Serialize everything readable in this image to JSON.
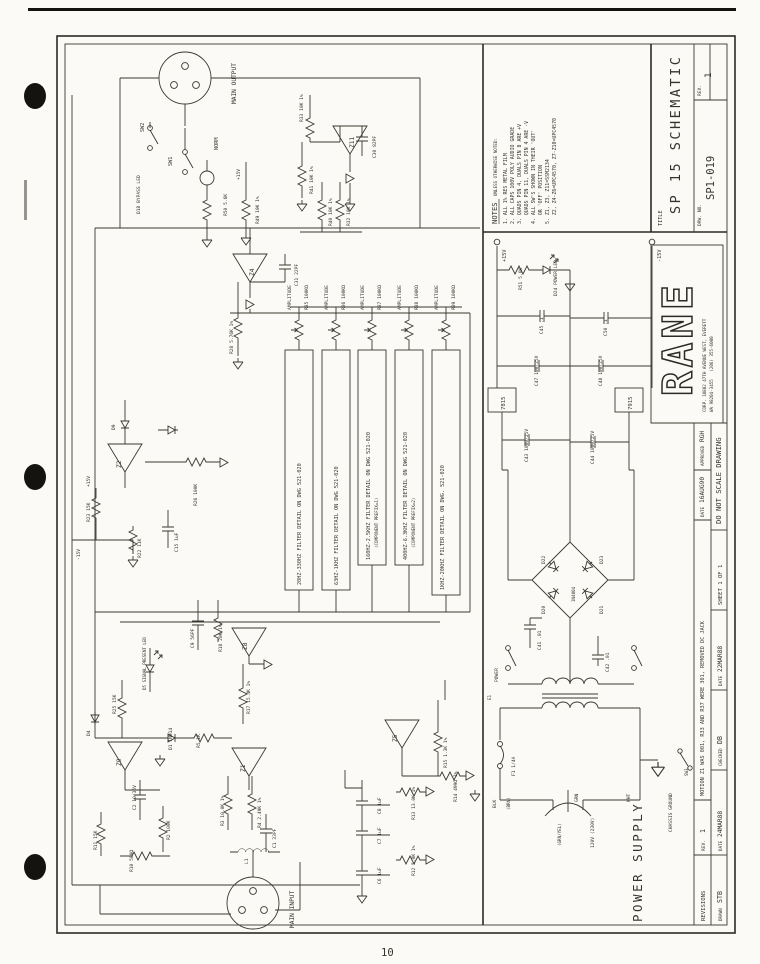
{
  "page": {
    "number": "10"
  },
  "title_block": {
    "title_label": "TITLE",
    "title": "SP 15 SCHEMATIC",
    "dwg_no_label": "DRW. NO.",
    "dwg_no": "SP1-019",
    "rev_label": "REV.",
    "rev": "1"
  },
  "notes": {
    "heading": "NOTES",
    "qualifier": "UNLESS OTHERWISE NOTED:",
    "lines": [
      "1. ALL 1% RES METAL FILM",
      "2. ALL CAPS 100V POLY AUDIO GRADE",
      "3. QUADS PIN 4, DUALS PIN 8 ARE +V",
      "   QUADS PIN 11, DUALS PIN 4 ARE -V",
      "4. ALL SW'S SHOWN IN THEIR 'OUT'",
      "   OR 'OFF' POSITION",
      "5. Z1, Z3, Z11=SSM2134",
      "   Z2, Z4-Z6=UPC4570, Z7-Z10=UPC4570"
    ]
  },
  "logo": {
    "brand": "RANE",
    "address_line1": "CORP. 10802 47TH AVENUE WEST, EVERETT",
    "address_line2": "WA 98204-3455   (206) 355-6000"
  },
  "revision_block": {
    "revisions_label": "REVISIONS",
    "rev_label": "REV.",
    "rev": "1",
    "description": "MOTION Z1 WAS 001, R33 AND R37 WERE 301, REMOVED DC JACK",
    "date_label": "DATE",
    "rev_date": "16AUG90",
    "approved_label": "APPROVED",
    "approved_by": "RGH",
    "drawn_label": "DRAWN",
    "drawn_by": "STB",
    "drawn_date": "24MAR88",
    "checked_label": "CHECKED",
    "checked_by": "DB",
    "checked_date": "22MAR88",
    "sheet": "SHEET 1 OF 1",
    "scale_note": "DO NOT SCALE DRAWING"
  },
  "filters": [
    {
      "label": "20HZ-330HZ FILTER DETAIL ON DWG 521-020",
      "prefix": ""
    },
    {
      "label": "63HZ-1KHZ FILTER DETAIL ON DWG 521-020",
      "prefix": ""
    },
    {
      "label": "160HZ-2.5KHZ FILTER DETAIL ON DWG 521-020",
      "prefix": "(COMPONENT PREFIX=1)"
    },
    {
      "label": "400HZ-6.3KHZ FILTER DETAIL ON DWG 521-020",
      "prefix": "(COMPONENT PREFIX=2)"
    },
    {
      "label": "1KHZ-20KHZ FILTER DETAIL ON DWG. 521-020",
      "prefix": ""
    }
  ],
  "labels": [
    "MAIN OUTPUT",
    "SW2",
    "NORM",
    "SW1",
    "D18 BYPASS LED",
    "R50 5.6K",
    "+15V",
    "R49 10K 1%",
    "R33 10K 1%",
    "R41 10K 1%",
    "Z11",
    "C30 82PF",
    "R40 10K 1%",
    "R32 10K 1%",
    "Z4",
    "C31 22PF",
    "R28 5.76K 1%",
    "AMPLITUDE",
    "R35 100KΩ",
    "R36 100KΩ",
    "R37 100KΩ",
    "R38 100KΩ",
    "R39 100KΩ",
    "Z2",
    "D9",
    "R23 15K",
    "+15V",
    "R22 11K",
    "-15V",
    "R26 100K",
    "C15 1uF",
    "D5 SIGNAL PRESENT LED",
    "R25 15K",
    "D4",
    "Z8",
    "C9 56PF",
    "R18 20K 1%",
    "R17 15.4K 1%",
    "D1 1N914",
    "R5 1K",
    "Z9",
    "Z1",
    "R3 10.0K 1%",
    "R4 2.49K 1%",
    "C1 33PF",
    "L1",
    "R2 100K",
    "C2 10/35V",
    "R11 15K",
    "R10 500Ω",
    "MAIN INPUT",
    "Z5",
    "R15 1.3K 1%",
    "R14 499Ω 1%",
    "R13 13.0K 1%",
    "R12 5.0K 1%",
    "C8 1uF",
    "C7 1uF",
    "C6 1uF"
  ],
  "ps": [
    "+15V",
    "-15V",
    "R51 5.6K",
    "D24 POWER LED",
    "C45 .1",
    "C50 .1",
    "C47 100/25V",
    "C48 100/25V",
    "7815",
    "7915",
    "C43 1000/25V",
    "C44 1000/25V",
    "D20",
    "D21",
    "D22",
    "D23",
    "1N4004",
    "C41 .01",
    "C42 .01",
    "POWER",
    "E1",
    "F1 1/4A",
    "BLK",
    "(BRN)",
    "(GRN/YEL)",
    "GRN",
    "WHT",
    "120V (230V)",
    "CHASSIS GROUND",
    "POWER SUPPLY",
    "SW3"
  ],
  "colors": {
    "ink": "#35332b",
    "paper": "#fbfaf6"
  }
}
